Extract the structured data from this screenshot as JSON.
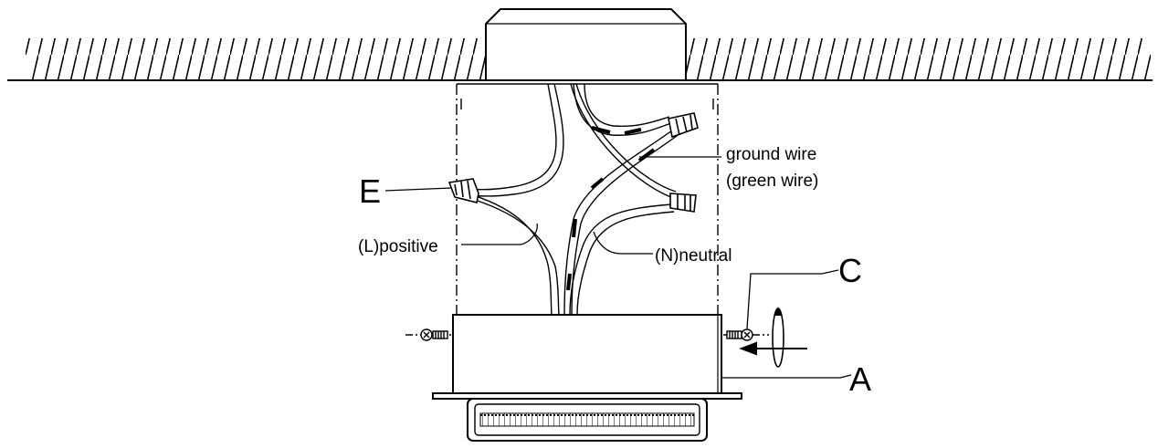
{
  "labels": {
    "ground_line1": "ground wire",
    "ground_line2": "(green wire)",
    "positive": "(L)positive",
    "neutral": "(N)neutral",
    "letter_e": "E",
    "letter_c": "C",
    "letter_a": "A"
  },
  "colors": {
    "stroke": "#000000",
    "background": "#ffffff"
  }
}
